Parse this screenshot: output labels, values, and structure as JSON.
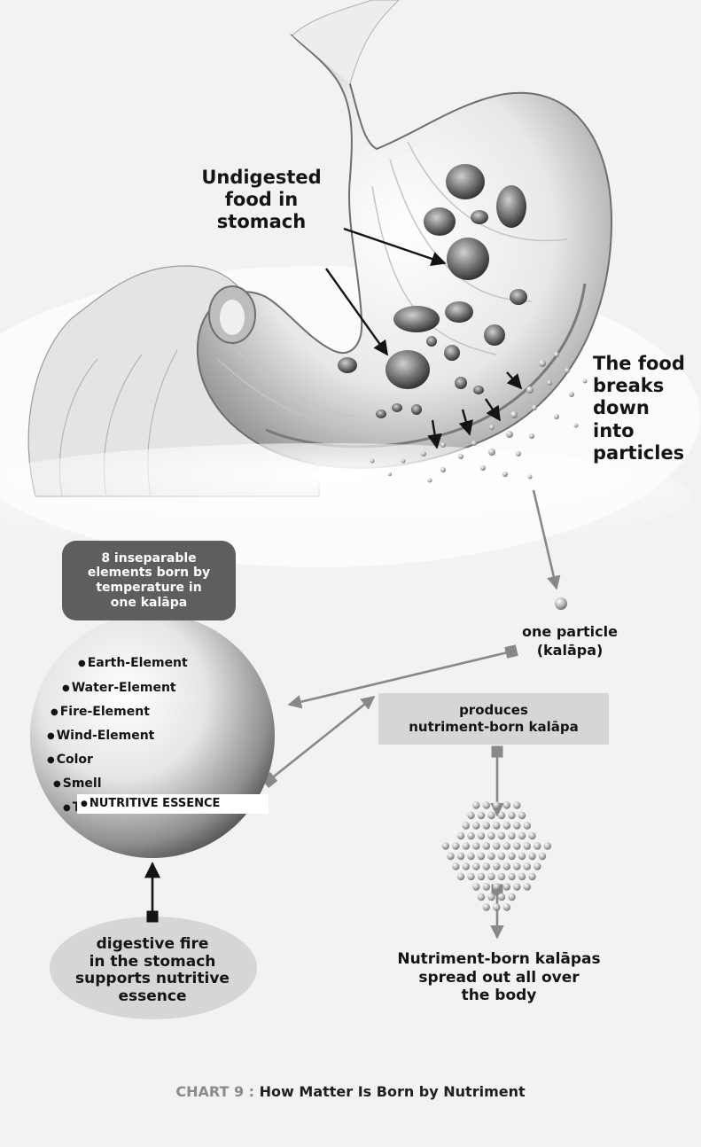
{
  "labels": {
    "undigested": [
      "Undigested",
      "food in",
      "stomach"
    ],
    "breaks_down": [
      "The food",
      "breaks",
      "down",
      "into",
      "particles"
    ],
    "one_particle": [
      "one particle",
      "(kalāpa)"
    ],
    "elements_box": [
      "8 inseparable",
      "elements born by",
      "temperature in",
      "one kalāpa"
    ],
    "produces_box": [
      "produces",
      "nutriment-born kalāpa"
    ],
    "digestive_fire": [
      "digestive fire",
      "in the stomach",
      "supports nutritive",
      "essence"
    ],
    "spread": [
      "Nutriment-born kalāpas",
      "spread out all over",
      "the body"
    ]
  },
  "elements": [
    "Earth-Element",
    "Water-Element",
    "Fire-Element",
    "Wind-Element",
    "Color",
    "Smell",
    "Taste"
  ],
  "nutritive_essence": "NUTRITIVE ESSENCE",
  "caption": {
    "number": "CHART 9 :",
    "title": "How Matter Is Born by Nutriment"
  },
  "colors": {
    "background": "#f2f2f2",
    "dark_box": "#5e5e5e",
    "light_box": "#d6d6d6",
    "arrow": "#888888",
    "text": "#141414"
  }
}
